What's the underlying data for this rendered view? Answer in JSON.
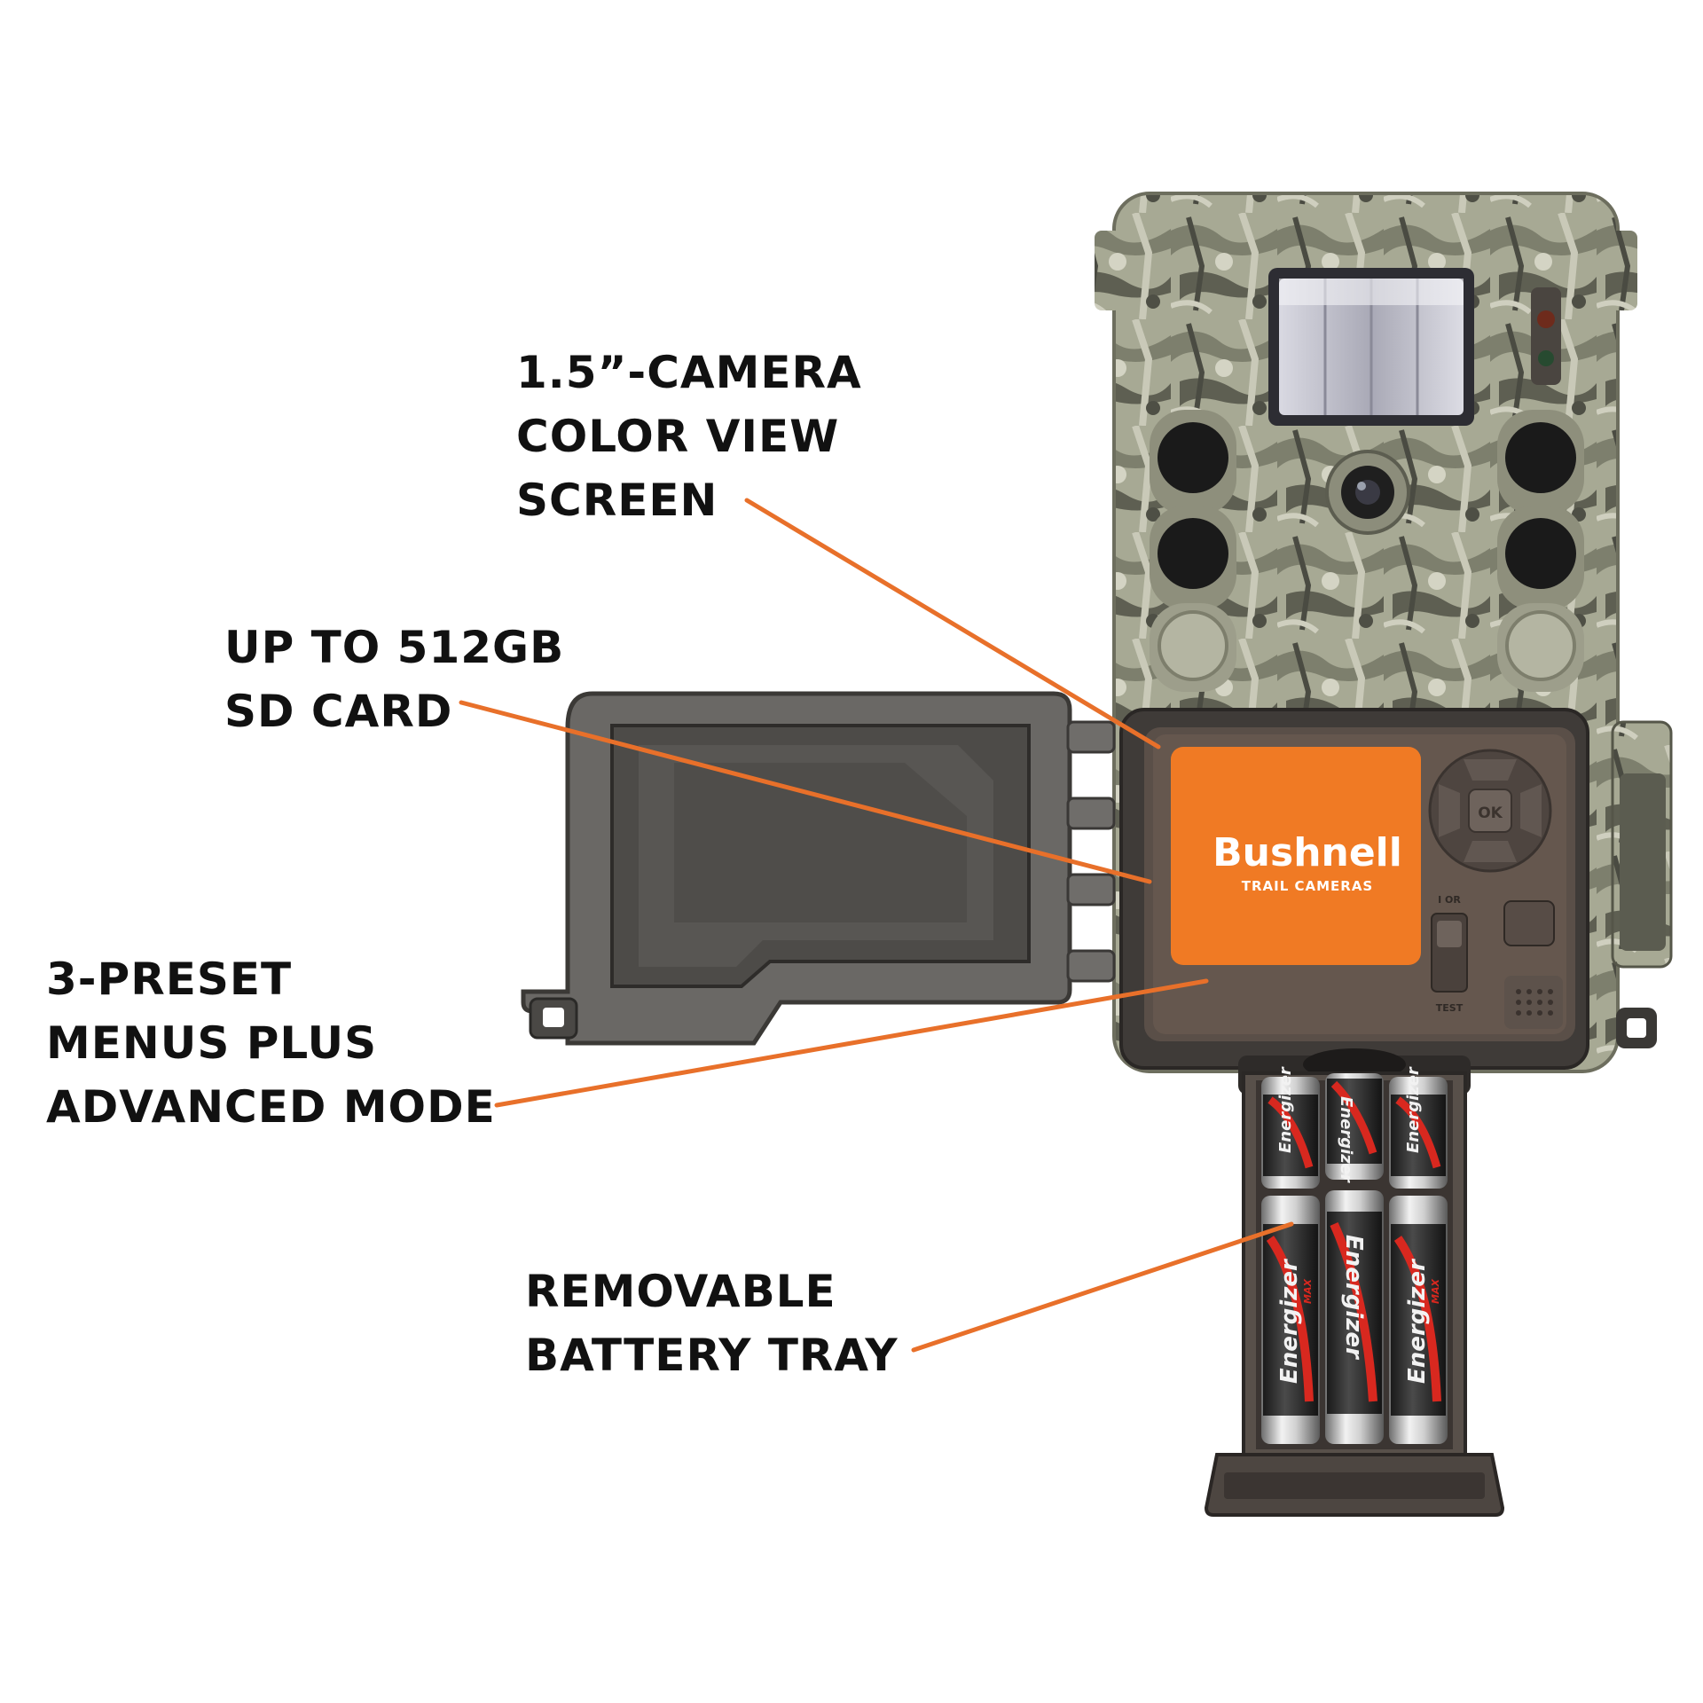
{
  "callouts": {
    "screen": [
      "1.5”-CAMERA",
      "COLOR VIEW",
      "SCREEN"
    ],
    "sd_card": [
      "UP TO 512GB",
      "SD CARD"
    ],
    "menus": [
      "3-PRESET",
      "MENUS PLUS",
      "ADVANCED MODE"
    ],
    "battery": [
      "REMOVABLE",
      "BATTERY TRAY"
    ]
  },
  "device": {
    "brand": "Bushnell",
    "brand_sub": "TRAIL CAMERAS",
    "ok_label": "OK",
    "switch_top_label": "I OR",
    "switch_bottom_label": "TEST",
    "battery_brand": "Energizer",
    "battery_sub": "MAX"
  },
  "colors": {
    "accent": "#e8702a",
    "brand_panel": "#f07a24",
    "text": "#111111",
    "camo_base": "#a9ab98",
    "body_dark": "#3e3a37",
    "lid_gray": "#5f5d5a",
    "battery_red": "#d8281f"
  }
}
